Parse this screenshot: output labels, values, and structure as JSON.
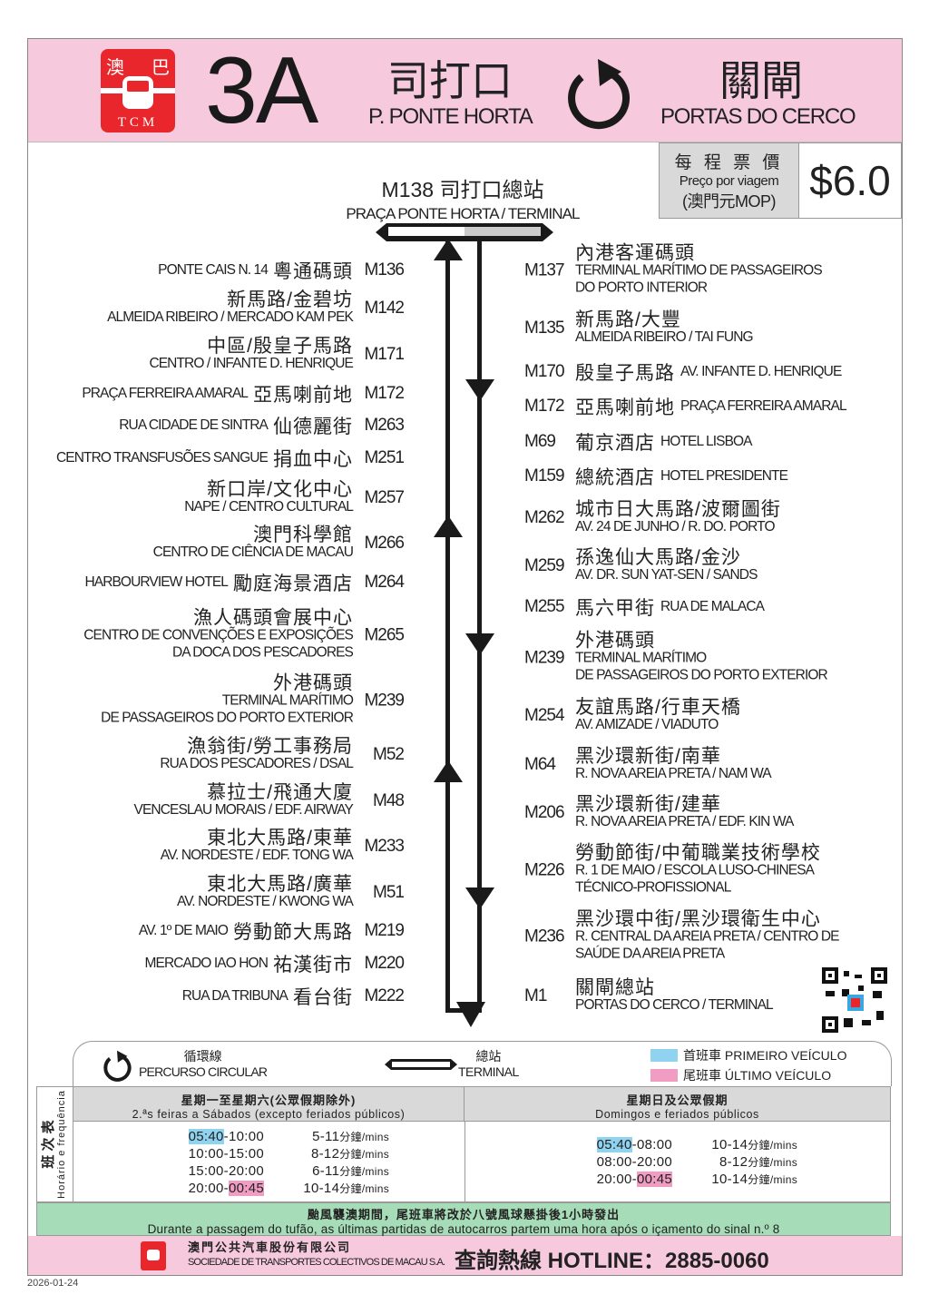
{
  "header": {
    "logo": {
      "zh_left": "澳",
      "zh_right": "巴",
      "en": "TCM"
    },
    "route": "3A",
    "origin_zh": "司打口",
    "origin_pt": "P. PONTE HORTA",
    "dest_zh": "關閘",
    "dest_pt": "PORTAS DO CERCO",
    "circular_icon": "circular-arrow-icon"
  },
  "fare": {
    "label_zh": "每 程 票 價",
    "label_pt": "Preço por viagem",
    "currency": "(澳門元MOP)",
    "amount": "$6.0"
  },
  "terminal_start": {
    "code_zh": "M138 司打口總站",
    "pt": "PRAÇA PONTE HORTA / TERMINAL"
  },
  "left_stops": [
    {
      "code": "M136",
      "zh": "粵通碼頭",
      "pt": [
        "PONTE CAIS N. 14"
      ]
    },
    {
      "code": "M142",
      "zh": "新馬路/金碧坊",
      "pt": [
        "ALMEIDA RIBEIRO / MERCADO KAM PEK"
      ]
    },
    {
      "code": "M171",
      "zh": "中區/殷皇子馬路",
      "pt": [
        "CENTRO / INFANTE D. HENRIQUE"
      ]
    },
    {
      "code": "M172",
      "zh": "亞馬喇前地",
      "pt": [
        "PRAÇA FERREIRA AMARAL"
      ]
    },
    {
      "code": "M263",
      "zh": "仙德麗街",
      "pt": [
        "RUA CIDADE DE SINTRA"
      ]
    },
    {
      "code": "M251",
      "zh": "捐血中心",
      "pt": [
        "CENTRO TRANSFUSÕES SANGUE"
      ]
    },
    {
      "code": "M257",
      "zh": "新口岸/文化中心",
      "pt": [
        "NAPE / CENTRO  CULTURAL"
      ]
    },
    {
      "code": "M266",
      "zh": "澳門科學館",
      "pt": [
        "CENTRO DE CIÊNCIA DE MACAU"
      ]
    },
    {
      "code": "M264",
      "zh": "勵庭海景酒店",
      "pt": [
        "HARBOURVIEW HOTEL"
      ]
    },
    {
      "code": "M265",
      "zh": "漁人碼頭會展中心",
      "pt": [
        "CENTRO DE CONVENÇÕES E EXPOSIÇÕES",
        "DA DOCA DOS PESCADORES"
      ]
    },
    {
      "code": "M239",
      "zh": "外港碼頭",
      "pt": [
        "TERMINAL MARÍTIMO",
        "DE PASSAGEIROS DO PORTO EXTERIOR"
      ]
    },
    {
      "code": "M52",
      "zh": "漁翁街/勞工事務局",
      "pt": [
        "RUA DOS PESCADORES / DSAL"
      ]
    },
    {
      "code": "M48",
      "zh": "慕拉士/飛通大廈",
      "pt": [
        "VENCESLAU MORAIS / EDF. AIRWAY"
      ]
    },
    {
      "code": "M233",
      "zh": "東北大馬路/東華",
      "pt": [
        "AV. NORDESTE / EDF. TONG WA"
      ]
    },
    {
      "code": "M51",
      "zh": "東北大馬路/廣華",
      "pt": [
        "AV. NORDESTE / KWONG WA"
      ]
    },
    {
      "code": "M219",
      "zh": "勞動節大馬路",
      "pt": [
        "AV. 1º DE MAIO"
      ]
    },
    {
      "code": "M220",
      "zh": "祐漢街市",
      "pt": [
        "MERCADO IAO HON"
      ]
    },
    {
      "code": "M222",
      "zh": "看台街",
      "pt": [
        "RUA DA TRIBUNA"
      ]
    }
  ],
  "right_stops": [
    {
      "code": "M137",
      "zh": "內港客運碼頭",
      "pt": [
        "TERMINAL MARÍTIMO DE PASSAGEIROS",
        "DO PORTO INTERIOR"
      ]
    },
    {
      "code": "M135",
      "zh": "新馬路/大豐",
      "pt": [
        "ALMEIDA RIBEIRO / TAI FUNG"
      ]
    },
    {
      "code": "M170",
      "zh": "殷皇子馬路",
      "pt": [
        "AV. INFANTE D. HENRIQUE"
      ]
    },
    {
      "code": "M172",
      "zh": "亞馬喇前地",
      "pt": [
        "PRAÇA FERREIRA AMARAL"
      ]
    },
    {
      "code": "M69",
      "zh": "葡京酒店",
      "pt": [
        "HOTEL LISBOA"
      ]
    },
    {
      "code": "M159",
      "zh": "總統酒店",
      "pt": [
        "HOTEL PRESIDENTE"
      ]
    },
    {
      "code": "M262",
      "zh": "城市日大馬路/波爾圖街",
      "pt": [
        "AV. 24 DE JUNHO / R. DO. PORTO"
      ]
    },
    {
      "code": "M259",
      "zh": "孫逸仙大馬路/金沙",
      "pt": [
        "AV. DR. SUN YAT-SEN / SANDS"
      ]
    },
    {
      "code": "M255",
      "zh": "馬六甲街",
      "pt": [
        "RUA DE MALACA"
      ]
    },
    {
      "code": "M239",
      "zh": "外港碼頭",
      "pt": [
        "TERMINAL MARÍTIMO",
        "DE PASSAGEIROS DO PORTO EXTERIOR"
      ]
    },
    {
      "code": "M254",
      "zh": "友誼馬路/行車天橋",
      "pt": [
        "AV. AMIZADE / VIADUTO"
      ]
    },
    {
      "code": "M64",
      "zh": "黑沙環新街/南華",
      "pt": [
        "R. NOVA AREIA PRETA / NAM WA"
      ]
    },
    {
      "code": "M206",
      "zh": "黑沙環新街/建華",
      "pt": [
        "R. NOVA AREIA PRETA / EDF. KIN WA"
      ]
    },
    {
      "code": "M226",
      "zh": "勞動節街/中葡職業技術學校",
      "pt": [
        "R. 1 DE MAIO / ESCOLA LUSO-CHINESA",
        "TÉCNICO-PROFISSIONAL"
      ]
    },
    {
      "code": "M236",
      "zh": "黑沙環中街/黑沙環衛生中心",
      "pt": [
        "R. CENTRAL DA AREIA PRETA / CENTRO DE",
        "SAÚDE DA AREIA PRETA"
      ]
    },
    {
      "code": "M1",
      "zh": "關閘總站",
      "pt": [
        "PORTAS DO CERCO / TERMINAL"
      ]
    }
  ],
  "legend": {
    "circular_zh": "循環線",
    "circular_pt": "PERCURSO CIRCULAR",
    "terminal_zh": "總站",
    "terminal_pt": "TERMINAL",
    "first_label": "首班車 PRIMEIRO VEÍCULO",
    "last_label": "尾班車 ÚLTIMO VEÍCULO",
    "first_color": "#8fd3f0",
    "last_color": "#f09cc3"
  },
  "timetable": {
    "side_zh": "班 次 表",
    "side_pt": "Horário e frequência",
    "weekday": {
      "title_zh": "星期一至星期六(公眾假期除外)",
      "title_pt": "2.ªs feiras a Sábados (excepto feriados públicos)",
      "rows": [
        {
          "start": "05:40",
          "end": "10:00",
          "freq": "5-11",
          "unit": "分鐘/mins"
        },
        {
          "start": "10:00",
          "end": "15:00",
          "freq": "8-12",
          "unit": "分鐘/mins"
        },
        {
          "start": "15:00",
          "end": "20:00",
          "freq": "6-11",
          "unit": "分鐘/mins"
        },
        {
          "start": "20:00",
          "end": "00:45",
          "freq": "10-14",
          "unit": "分鐘/mins"
        }
      ]
    },
    "holiday": {
      "title_zh": "星期日及公眾假期",
      "title_pt": "Domingos e feriados públicos",
      "rows": [
        {
          "start": "05:40",
          "end": "08:00",
          "freq": "10-14",
          "unit": "分鐘/mins"
        },
        {
          "start": "08:00",
          "end": "20:00",
          "freq": "8-12",
          "unit": "分鐘/mins"
        },
        {
          "start": "20:00",
          "end": "00:45",
          "freq": "10-14",
          "unit": "分鐘/mins"
        }
      ]
    }
  },
  "typhoon": {
    "zh": "颱風襲澳期間，尾班車將改於八號風球懸掛後1小時發出",
    "pt": "Durante a passagem do tufão, as últimas partidas de autocarros partem uma hora após o içamento do sinal n.º 8"
  },
  "footer": {
    "company_zh": "澳門公共汽車股份有限公司",
    "company_pt": "SOCIEDADE DE TRANSPORTES COLECTIVOS DE MACAU S.A.",
    "hotline": "查詢熱線 HOTLINE：2885-0060"
  },
  "date": "2026-01-24"
}
